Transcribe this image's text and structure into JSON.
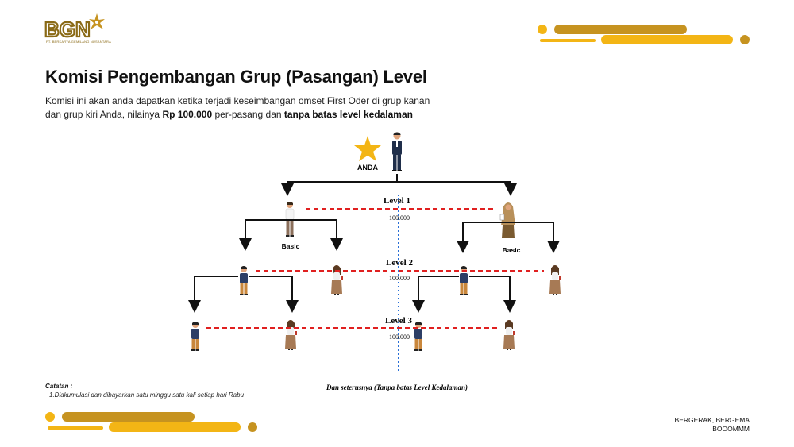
{
  "brand": {
    "logo_text": "BGN",
    "tagline": "PT. BERKARYA GEMILANG NUSANTARA"
  },
  "title": "Komisi Pengembangan Grup (Pasangan) Level",
  "description": {
    "part1": "Komisi ini akan anda dapatkan ketika terjadi keseimbangan omset First Oder di grup kanan dan grup kiri Anda, nilainya ",
    "amount": "Rp 100.000",
    "part2": " per-pasang dan ",
    "emphasis": "tanpa batas level kedalaman"
  },
  "tree": {
    "root_label": "ANDA",
    "left_node_label": "Basic",
    "right_node_label": "Basic",
    "levels": [
      {
        "label": "Level 1",
        "value": "100.000"
      },
      {
        "label": "Level 2",
        "value": "100.000"
      },
      {
        "label": "Level 3",
        "value": "100.000"
      }
    ],
    "continuation": "Dan seterusnya (Tanpa batas Level Kedalaman)"
  },
  "notes": {
    "title": "Catatan :",
    "items": [
      "1.Diakumulasi dan dibayarkan satu minggu satu kali setiap hari Rabu"
    ]
  },
  "footer": {
    "line1": "BERGERAK, BERGEMA",
    "line2": "BOOOMMM"
  },
  "colors": {
    "gold": "#c69320",
    "yellow": "#f3b515",
    "red_dash": "#e02020",
    "blue_dot": "#2a6fd6"
  }
}
